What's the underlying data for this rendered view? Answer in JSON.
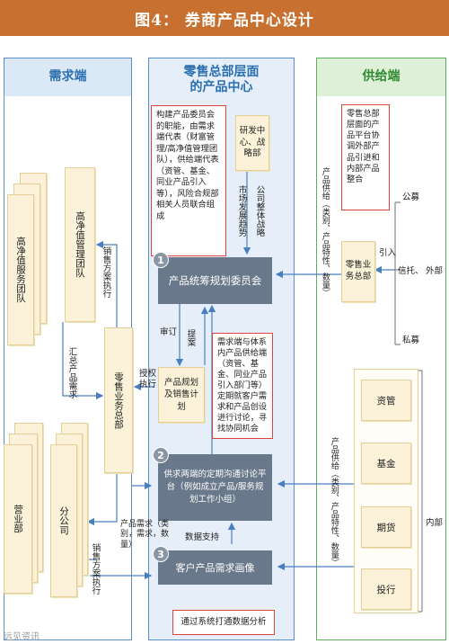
{
  "title": "图4：  券商产品中心设计",
  "demand": {
    "header": "需求端",
    "hnw_team": "高净值服务团队",
    "hnw_mgmt": "高净值管理团队",
    "sales_dept": "营业部",
    "branch": "分公司",
    "retail_hq": "零售业务总部",
    "label_sales_exec_top": "销售方案执行",
    "label_collect_needs": "汇总产品需求",
    "label_sales_exec_bottom": "销售方案执行"
  },
  "center": {
    "header": "零售总部层面的产品中心",
    "note_committee": "构建产品委员会的职能，由需求端代表（财富管理/高净值管理团队），供给端代表（资管、基金、同业产品引入等），风险合规部相关人员联合组成",
    "research_box": "研发中心、战略部",
    "label_market_trend": "市场发展趋势",
    "label_company_strategy": "公司整体战略",
    "step1": "1",
    "committee": "产品统筹规划委员会",
    "label_review": "审订",
    "label_propose": "提案",
    "label_authorize": "授权执行",
    "plan_box": "产品规划及销售计划",
    "note_discuss": "需求端与体系内产品供给端（资管、基金、同业产品引入部门等）定期就客户需求和产品创设进行讨论，寻找协同机会",
    "step2": "2",
    "platform": "供求两端的定期沟通讨论平台（例如成立产品/服务规划工作小组）",
    "label_product_demand": "产品需求（类别，需求，数量）",
    "label_data_support": "数据支持",
    "step3": "3",
    "portrait": "客户产品需求画像",
    "note_data": "通过系统打通数据分析"
  },
  "supply": {
    "header": "供给端",
    "note_platform": "零售总部层面的产品平台协调外部产品引进和内部产品整合",
    "label_supply_top": "产品供给（类别、产品特性、数量）",
    "retail_hq": "零售业务总部",
    "label_intro": "引入",
    "public": "公募",
    "trust": "信托、",
    "external": "外部",
    "private": "私募",
    "label_supply_bottom": "产品供给（类别、产品特性、数量）",
    "asset_mgmt": "资管",
    "fund": "基金",
    "futures": "期货",
    "investment_bank": "投行",
    "internal": "内部"
  },
  "footer": {
    "watermark": "远见资讯"
  },
  "colors": {
    "title_bg": "#c8702f",
    "demand_border": "#5b8fc7",
    "supply_border": "#5fae5f",
    "card_bg": "#fbf2d9",
    "dark_box": "#69788a",
    "note_border": "#e0433a"
  }
}
